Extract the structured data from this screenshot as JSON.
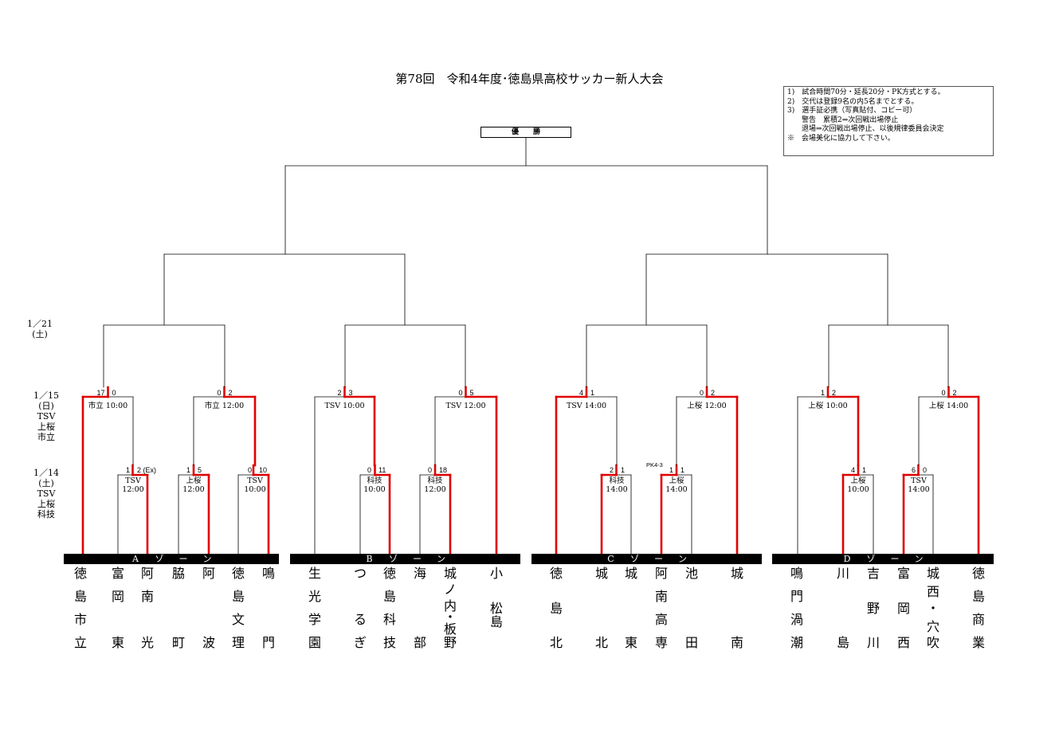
{
  "title": "第78回　令和4年度･徳島県高校サッカー新人大会",
  "rules": [
    "1)　試合時間70分・延長20分・PK方式とする。",
    "2)　交代は登録9名の内5名までとする。",
    "3)　選手証必携（写真貼付、コピー可）",
    "　　警告　累積2⇒次回戦出場停止",
    "　　退場⇒次回戦出場停止、以後規律委員会決定",
    "※　会場美化に協力して下さい。"
  ],
  "champion_label": "優　　勝",
  "dates": {
    "d121": [
      "1／21",
      "(土)"
    ],
    "d115": [
      "1／15",
      "(日)",
      "TSV",
      "上桜",
      "市立"
    ],
    "d114": [
      "1／14",
      "(土)",
      "TSV",
      "上桜",
      "科技"
    ]
  },
  "zones": [
    {
      "chars": [
        "A",
        "ゾ",
        "ー",
        "ン"
      ]
    },
    {
      "chars": [
        "B",
        "ゾ",
        "ー",
        "ン"
      ]
    },
    {
      "chars": [
        "C",
        "ゾ",
        "ー",
        "ン"
      ]
    },
    {
      "chars": [
        "D",
        "ゾ",
        "ー",
        "ン"
      ]
    }
  ],
  "teams": [
    [
      "徳",
      "島",
      "市",
      "立"
    ],
    [
      "富",
      "岡",
      "東"
    ],
    [
      "阿",
      "南",
      "光"
    ],
    [
      "脇",
      "町"
    ],
    [
      "阿",
      "波"
    ],
    [
      "徳",
      "島",
      "文",
      "理"
    ],
    [
      "鳴",
      "門"
    ],
    [
      "生",
      "光",
      "学",
      "園"
    ],
    [
      "つ",
      "る",
      "ぎ"
    ],
    [
      "徳",
      "島",
      "科",
      "技"
    ],
    [
      "海",
      "部"
    ],
    [
      "城",
      "ノ",
      "内",
      "・",
      "板",
      "野"
    ],
    [
      "小",
      "松",
      "島"
    ],
    [
      "徳",
      "島",
      "北"
    ],
    [
      "城",
      "北"
    ],
    [
      "城",
      "東"
    ],
    [
      "阿",
      "南",
      "高",
      "専"
    ],
    [
      "池",
      "田"
    ],
    [
      "城",
      "南"
    ],
    [
      "鳴",
      "門",
      "渦",
      "潮"
    ],
    [
      "川",
      "島"
    ],
    [
      "吉",
      "野",
      "川"
    ],
    [
      "富",
      "岡",
      "西"
    ],
    [
      "城",
      "西",
      "・",
      "穴",
      "吹"
    ],
    [
      "徳",
      "島",
      "商",
      "業"
    ]
  ],
  "team_layouts": [
    [
      0,
      1,
      2,
      3
    ],
    [
      0,
      1,
      3
    ],
    [
      0,
      1,
      3
    ],
    [
      0,
      3
    ],
    [
      0,
      3
    ],
    [
      0,
      1,
      2,
      3
    ],
    [
      0,
      3
    ],
    [
      0,
      1,
      2,
      3
    ],
    [
      0,
      2,
      3
    ],
    [
      0,
      1,
      2,
      3
    ],
    [
      0,
      3
    ],
    [
      0,
      0.7,
      1.4,
      1.9,
      2.4,
      3
    ],
    [
      0,
      1.5,
      2.1,
      3
    ],
    [
      0,
      1.5,
      3
    ],
    [
      0,
      3
    ],
    [
      0,
      3
    ],
    [
      0,
      1,
      2,
      3
    ],
    [
      0,
      3
    ],
    [
      0,
      3
    ],
    [
      0,
      1,
      2,
      3
    ],
    [
      0,
      3
    ],
    [
      0,
      1.5,
      3
    ],
    [
      0,
      1.5,
      3
    ],
    [
      0,
      0.8,
      1.5,
      2.3,
      3
    ],
    [
      0,
      1,
      2,
      3
    ]
  ],
  "venues": [
    {
      "lines": [
        "市立 10:00"
      ]
    },
    {
      "lines": [
        "市立 12:00"
      ]
    },
    {
      "lines": [
        "TSV",
        "12:00"
      ]
    },
    {
      "lines": [
        "上桜",
        "12:00"
      ]
    },
    {
      "lines": [
        "TSV",
        "10:00"
      ]
    },
    {
      "lines": [
        "TSV 10:00"
      ]
    },
    {
      "lines": [
        "TSV 12:00"
      ]
    },
    {
      "lines": [
        "科技",
        "10:00"
      ]
    },
    {
      "lines": [
        "科技",
        "12:00"
      ]
    },
    {
      "lines": [
        "TSV 14:00"
      ]
    },
    {
      "lines": [
        "上桜 12:00"
      ]
    },
    {
      "lines": [
        "科技",
        "14:00"
      ]
    },
    {
      "lines": [
        "上桜",
        "14:00"
      ]
    },
    {
      "lines": [
        "上桜 10:00"
      ]
    },
    {
      "lines": [
        "上桜 14:00"
      ]
    },
    {
      "lines": [
        "上桜",
        "10:00"
      ]
    },
    {
      "lines": [
        "TSV",
        "14:00"
      ]
    }
  ],
  "scores": [
    "17",
    "0",
    "0",
    "2",
    "1",
    "2 (Ex)",
    "1",
    "5",
    "0",
    "10",
    "2",
    "3",
    "0",
    "5",
    "0",
    "11",
    "0",
    "18",
    "4",
    "1",
    "0",
    "2",
    "2",
    "1",
    "1",
    "1",
    "1",
    "2",
    "0",
    "2",
    "4",
    "1",
    "6",
    "0"
  ],
  "pk_note": "PK4-3",
  "line_colors": {
    "normal": "#000000",
    "winner": "#e00000"
  }
}
